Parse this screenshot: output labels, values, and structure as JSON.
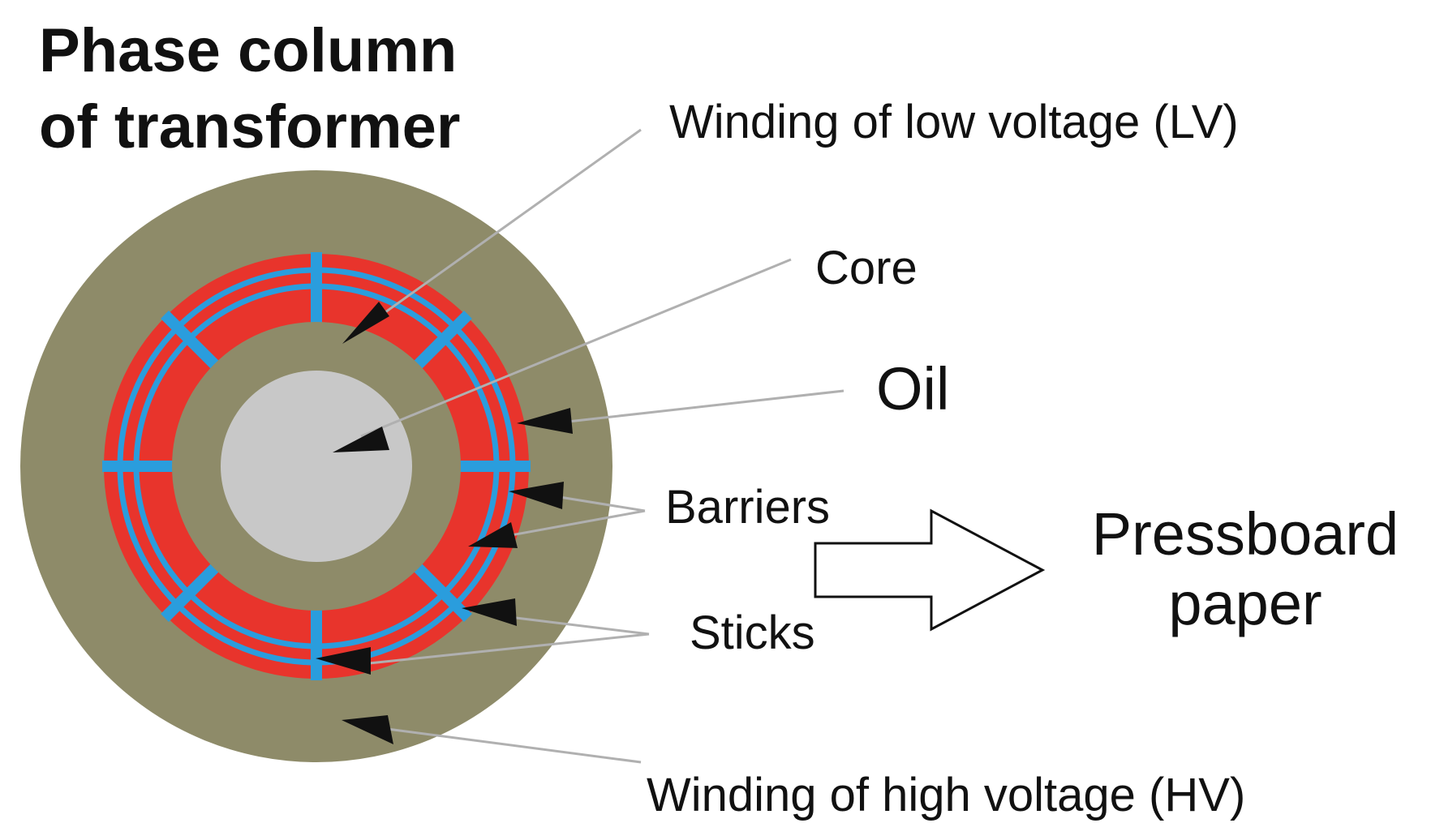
{
  "title": {
    "line1": "Phase column",
    "line2": "of transformer"
  },
  "labels": {
    "lv_winding": "Winding of low voltage (LV)",
    "core": "Core",
    "oil": "Oil",
    "barriers": "Barriers",
    "sticks": "Sticks",
    "hv_winding": "Winding of high voltage (HV)",
    "pressboard_line1": "Pressboard",
    "pressboard_line2": "paper"
  },
  "colors": {
    "winding_olive": "#8e8b69",
    "core_gray": "#c8c8c8",
    "barrier_red": "#e8342c",
    "stick_blue": "#2a9ddd",
    "arrowhead": "#111111",
    "leader_line": "#b0b0b0"
  }
}
